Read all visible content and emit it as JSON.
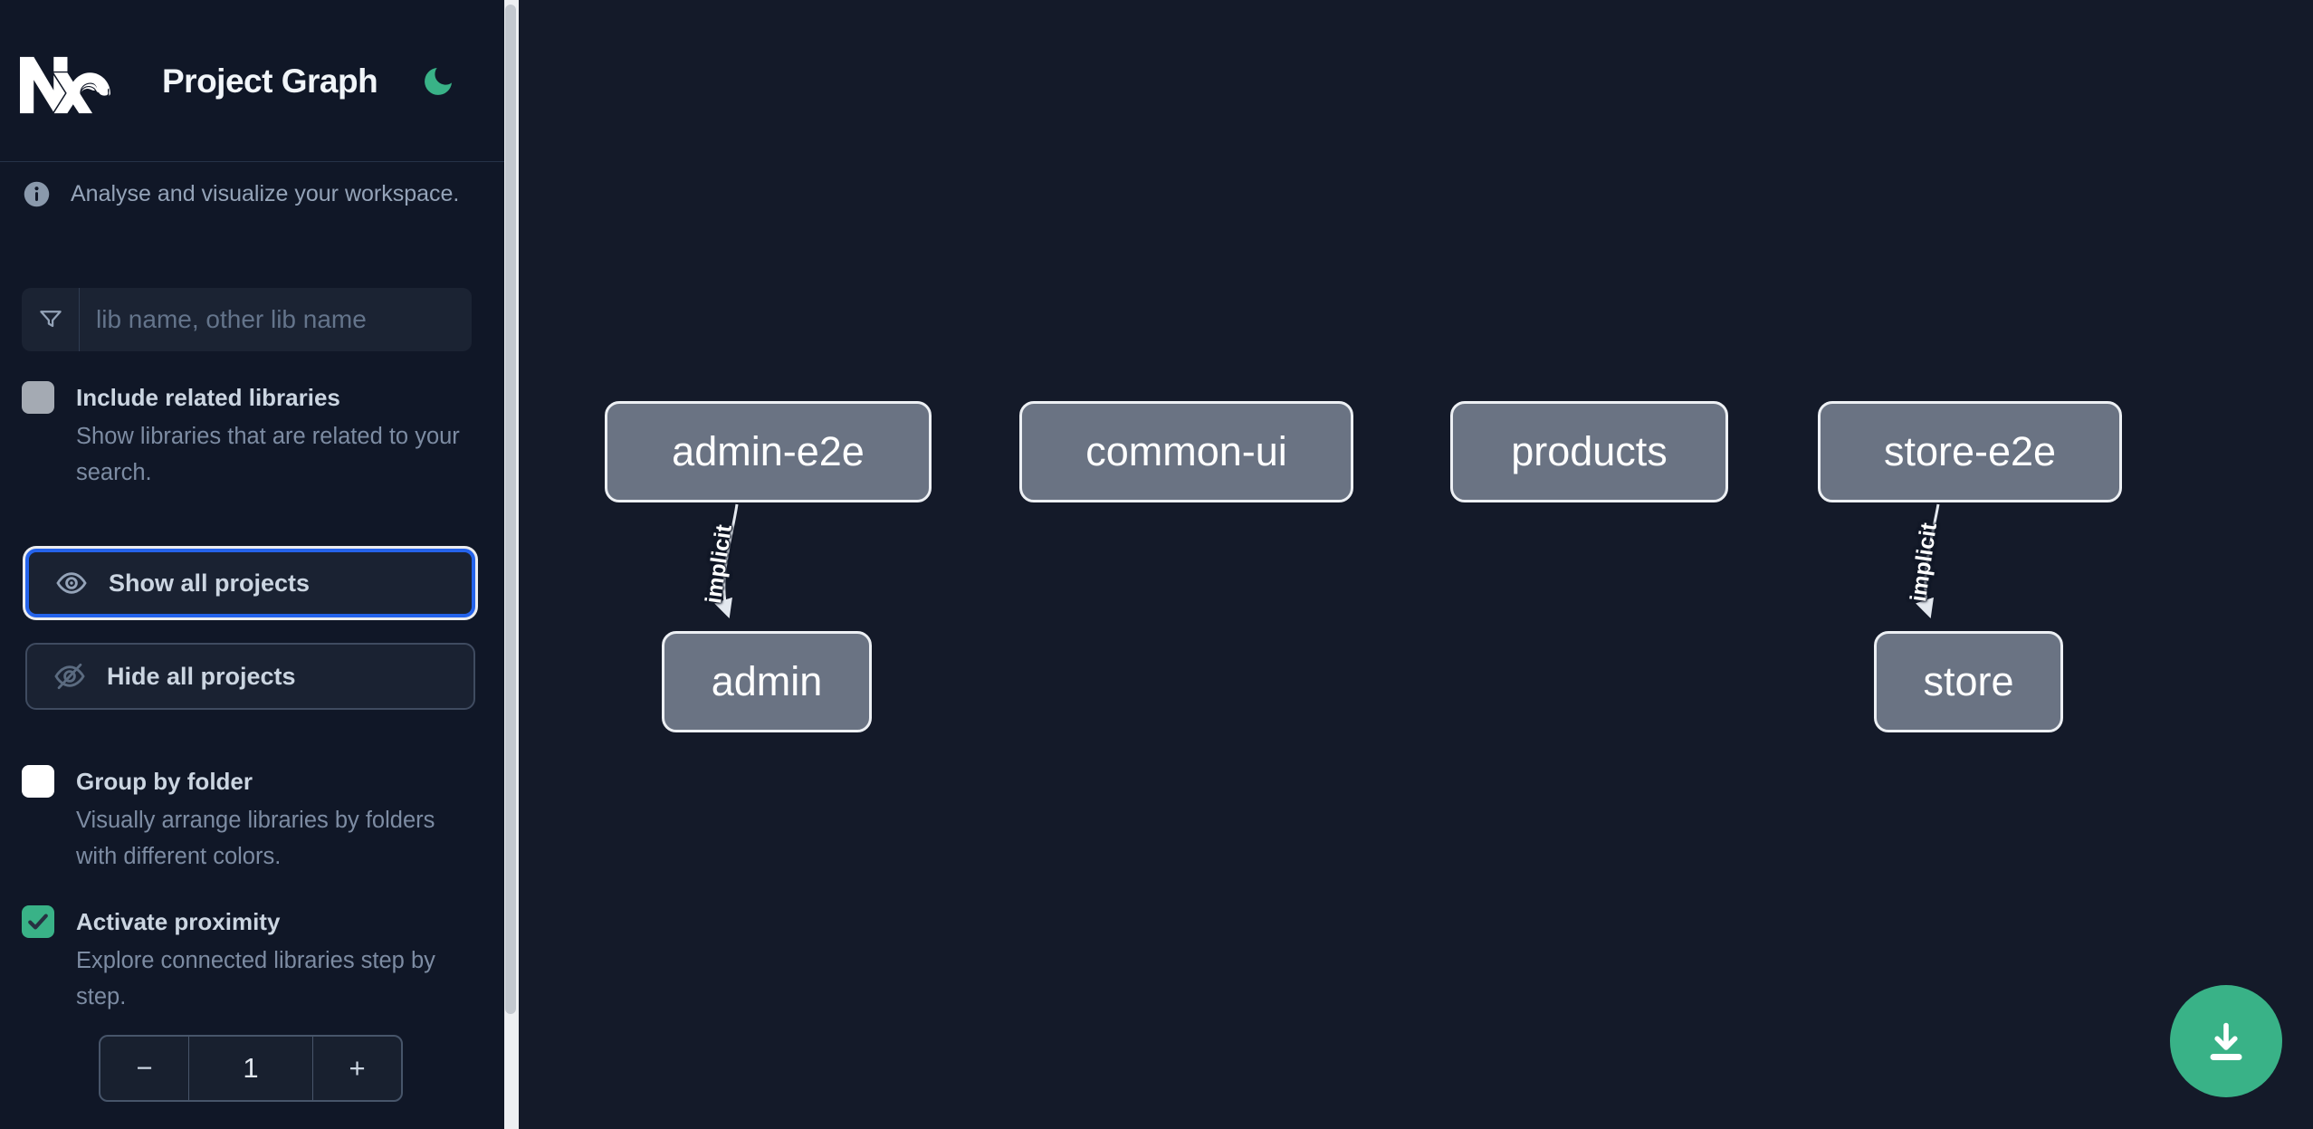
{
  "colors": {
    "accent_green": "#39B287",
    "focus_blue": "#2563EB",
    "node_fill": "#6A7383",
    "node_border": "#EDF0F4",
    "sidebar_bg": "#101727",
    "canvas_bg": "#141A29"
  },
  "sidebar": {
    "title": "Project Graph",
    "tagline": "Analyse and visualize your workspace.",
    "search": {
      "placeholder": "lib name, other lib name"
    },
    "include_related": {
      "label": "Include related libraries",
      "description": "Show libraries that are related to your search.",
      "checked": false
    },
    "show_all_label": "Show all projects",
    "hide_all_label": "Hide all projects",
    "group_by_folder": {
      "label": "Group by folder",
      "description": "Visually arrange libraries by folders with different colors.",
      "checked": false
    },
    "proximity": {
      "label": "Activate proximity",
      "description": "Explore connected libraries step by step.",
      "checked": true,
      "depth": {
        "decrement": "−",
        "value": "1",
        "increment": "+"
      }
    }
  },
  "graph": {
    "nodes": [
      {
        "label": "admin-e2e"
      },
      {
        "label": "common-ui"
      },
      {
        "label": "products"
      },
      {
        "label": "store-e2e"
      },
      {
        "label": "admin"
      },
      {
        "label": "store"
      }
    ],
    "edges": [
      {
        "from": "admin-e2e",
        "to": "admin",
        "label": "implicit"
      },
      {
        "from": "store-e2e",
        "to": "store",
        "label": "implicit"
      }
    ]
  }
}
